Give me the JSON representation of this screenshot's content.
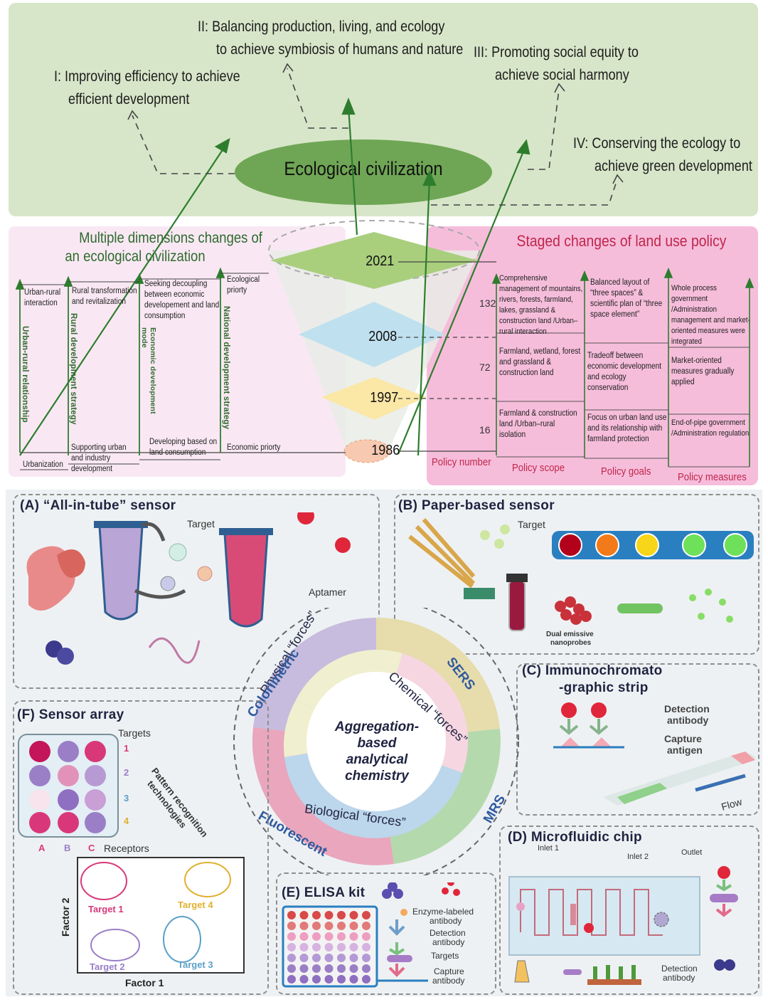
{
  "top": {
    "goal1_l1": "I: Improving efficiency to achieve",
    "goal1_l2": "efficient development",
    "goal2_l1": "II: Balancing production, living, and ecology",
    "goal2_l2": "to achieve symbiosis of humans and nature",
    "goal3_l1": "III: Promoting social equity to",
    "goal3_l2": "achieve social harmony",
    "goal4_l1": "IV: Conserving the ecology to",
    "goal4_l2": "achieve green development",
    "center": "Ecological civilization"
  },
  "left": {
    "title_l1": "Multiple dimensions changes of",
    "title_l2": "an ecological civilization",
    "cols": [
      {
        "top": "Urban-rural interaction",
        "axis": "Urban-rural relationship",
        "bottom": "Urbanization"
      },
      {
        "top": "Rural transformation and revitalization",
        "axis": "Rural development strategy",
        "bottom": "Supporting urban and industry development"
      },
      {
        "top": "Seeking decoupling between economic developement and land consumption",
        "axis": "Economic development mode",
        "bottom": "Developing based on land consumption"
      },
      {
        "top": "Ecological priorty",
        "axis": "National development strategy",
        "bottom": "Economic priorty"
      }
    ]
  },
  "years": [
    "2021",
    "2008",
    "1997",
    "1986"
  ],
  "right": {
    "title": "Staged changes of land use policy",
    "policy_numbers": [
      "132",
      "72",
      "16"
    ],
    "scope": [
      "Comprehensive management of mountains, rivers, forests, farmland, lakes, grassland & construction land /Urban–rural interaction",
      "Farmland, wetland, forest and grassland & construction land",
      "Farmland & construction land /Urban–rural isolation"
    ],
    "goals": [
      "Balanced layout of “three spaces” & scientific plan of “three space element”",
      "Tradeoff between economic development and ecology conservation",
      "Focus on urban land use and its relationship with farmland protection"
    ],
    "measures": [
      "Whole process government /Administration management and market-oriented measures were integrated",
      "Market-oriented measures gradually applied",
      "End-of-pipe government /Administration regulation"
    ],
    "footer": [
      "Policy number",
      "Policy scope",
      "Policy goals",
      "Policy measures"
    ]
  },
  "center_wheel": {
    "core_l1": "Aggregation-",
    "core_l2": "based",
    "core_l3": "analytical",
    "core_l4": "chemistry",
    "inner": [
      "Physical “forces”",
      "Chemical “forces”",
      "Biological “forces”"
    ],
    "outer": [
      "Colorimetric",
      "SERS",
      "MRS",
      "Fluorescent"
    ]
  },
  "panels": {
    "A": {
      "title": "(A) “All-in-tube” sensor",
      "target": "Target",
      "aptamer": "Aptamer"
    },
    "B": {
      "title": "(B) Paper-based sensor",
      "target": "Target",
      "probe_l1": "Dual emissive",
      "probe_l2": "nanoprobes"
    },
    "C": {
      "title_l1": "(C) Immunochromato",
      "title_l2": "-graphic strip",
      "det_l1": "Detection",
      "det_l2": "antibody",
      "cap_l1": "Capture",
      "cap_l2": "antigen",
      "flow": "Flow"
    },
    "D": {
      "title": "(D) Microfluidic chip",
      "inlet1": "Inlet 1",
      "inlet2": "Inlet 2",
      "outlet": "Outlet",
      "det_l1": "Detection",
      "det_l2": "antibody"
    },
    "E": {
      "title": "(E) ELISA kit",
      "enz_l1": "Enzyme-labeled",
      "enz_l2": "antibody",
      "det_l1": "Detection",
      "det_l2": "antibody",
      "targets": "Targets",
      "cap_l1": "Capture",
      "cap_l2": "antibody"
    },
    "F": {
      "title": "(F) Sensor array",
      "targets": "Targets",
      "rows": [
        "1",
        "2",
        "3",
        "4"
      ],
      "cols": [
        "A",
        "B",
        "C"
      ],
      "receptors": "Receptors",
      "pattern_l1": "Pattern recognition",
      "pattern_l2": "technologies",
      "t1": "Target 1",
      "t2": "Target 2",
      "t3": "Target 3",
      "t4": "Target 4",
      "factor1": "Factor 1",
      "factor2": "Factor 2"
    }
  },
  "colors": {
    "green_panel": "#d7e6c9",
    "eco_green": "#6fa655",
    "pink_light": "#f9e8f3",
    "pink": "#f6bddb",
    "policy_red": "#c0264a"
  }
}
